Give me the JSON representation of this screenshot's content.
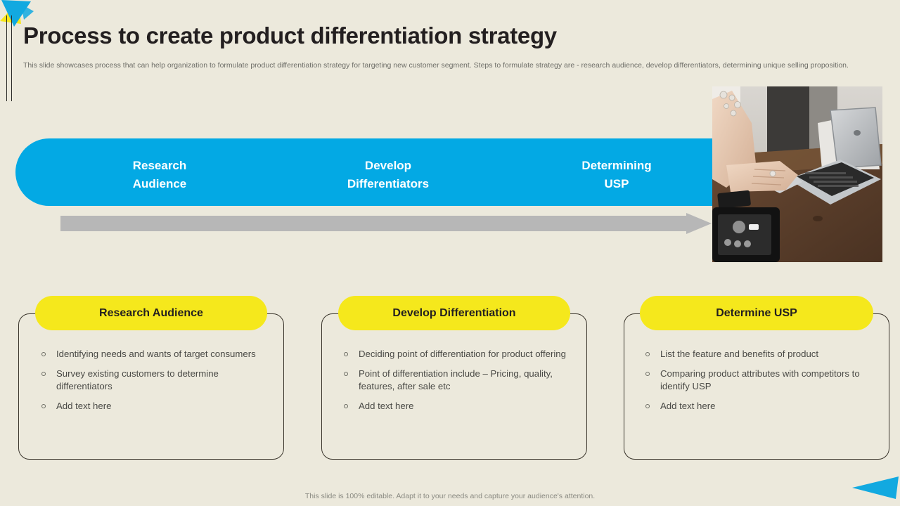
{
  "slide": {
    "title": "Process to create product differentiation strategy",
    "subtitle": "This slide showcases process that can help organization to formulate product differentiation strategy for targeting new customer segment. Steps to formulate strategy are - research audience, develop differentiators, determining unique selling proposition.",
    "footer_note": "This slide is 100% editable. Adapt it to your needs and capture your audience's attention."
  },
  "colors": {
    "background": "#ECE9DC",
    "banner_blue": "#03A9E4",
    "pill_yellow": "#F5E81C",
    "arrow_gray": "#B7B7B7",
    "title_dark": "#231F20",
    "body_text": "#4A4A46",
    "muted_text": "#6E6E68",
    "deco_cyan": "#12A9E0",
    "deco_yellow": "#F8E71C"
  },
  "banner": {
    "steps": [
      {
        "line1": "Research",
        "line2": "Audience"
      },
      {
        "line1": "Develop",
        "line2": "Differentiators"
      },
      {
        "line1": "Determining",
        "line2": "USP"
      }
    ]
  },
  "photo": {
    "alt": "Woman typing on a silver laptop at a wooden desk with a tablet in the foreground"
  },
  "cards": [
    {
      "heading": "Research Audience",
      "bullets": [
        "Identifying needs and wants of target consumers",
        "Survey existing customers to determine differentiators",
        "Add text here"
      ]
    },
    {
      "heading": "Develop Differentiation",
      "bullets": [
        "Deciding point of differentiation for product offering",
        "Point of differentiation include – Pricing, quality, features, after sale etc",
        "Add text here"
      ]
    },
    {
      "heading": "Determine USP",
      "bullets": [
        "List the feature and benefits of product",
        "Comparing product attributes with competitors to identify USP",
        "Add text here"
      ]
    }
  ]
}
